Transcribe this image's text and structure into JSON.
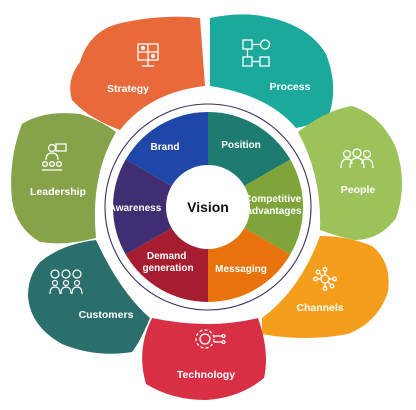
{
  "center": {
    "label": "Vision"
  },
  "petals": [
    {
      "label": "Strategy",
      "color": "#e86a3a",
      "icon": "chess-board-icon"
    },
    {
      "label": "Process",
      "color": "#1aa99b",
      "icon": "flowchart-icon"
    },
    {
      "label": "People",
      "color": "#9cc25a",
      "icon": "people-group-icon"
    },
    {
      "label": "Channels",
      "color": "#f59e1c",
      "icon": "network-nodes-icon"
    },
    {
      "label": "Technology",
      "color": "#d92f45",
      "icon": "gear-circuit-icon"
    },
    {
      "label": "Customers",
      "color": "#2b6f6d",
      "icon": "customers-feedback-icon"
    },
    {
      "label": "Leadership",
      "color": "#86a34a",
      "icon": "leader-presentation-icon"
    }
  ],
  "segments": [
    {
      "label_lines": [
        "Brand"
      ],
      "color": "#1f47a8"
    },
    {
      "label_lines": [
        "Position"
      ],
      "color": "#1d7c6f"
    },
    {
      "label_lines": [
        "Competitive",
        "advantages"
      ],
      "color": "#7fa53a"
    },
    {
      "label_lines": [
        "Messaging"
      ],
      "color": "#e8720c"
    },
    {
      "label_lines": [
        "Demand",
        "generation"
      ],
      "color": "#a51d2f"
    },
    {
      "label_lines": [
        "Awareness"
      ],
      "color": "#3f2e72"
    }
  ]
}
